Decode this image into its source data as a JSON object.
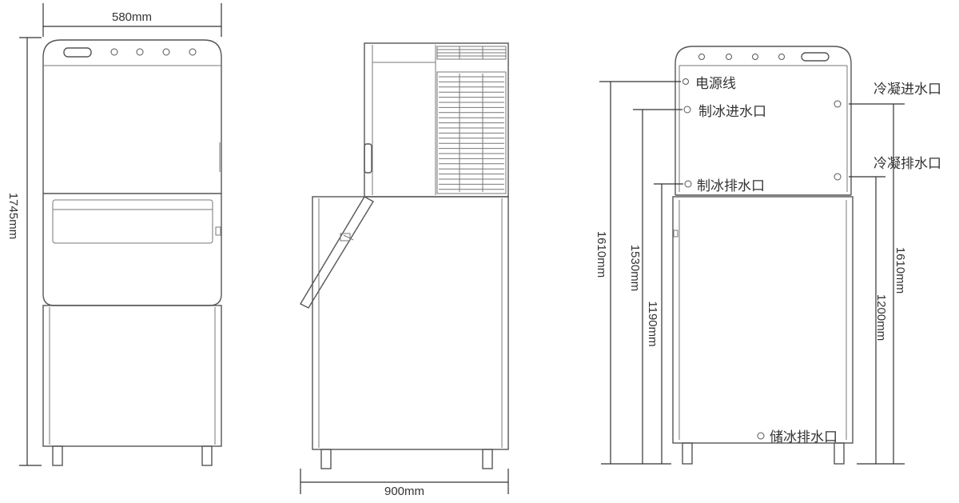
{
  "dimensions": {
    "front_width": "580mm",
    "front_height": "1745mm",
    "side_depth": "900mm",
    "back_left_outer": "1610mm",
    "back_left_middle": "1530mm",
    "back_left_inner": "1190mm",
    "back_right_outer": "1610mm",
    "back_right_inner": "1200mm"
  },
  "ports": {
    "power_cord": "电源线",
    "ice_inlet": "制冰进水口",
    "ice_drain": "制冰排水口",
    "condenser_inlet": "冷凝进水口",
    "condenser_drain": "冷凝排水口",
    "storage_drain": "储冰排水口"
  },
  "colors": {
    "line": "#555555",
    "text": "#333333",
    "background": "#ffffff"
  }
}
